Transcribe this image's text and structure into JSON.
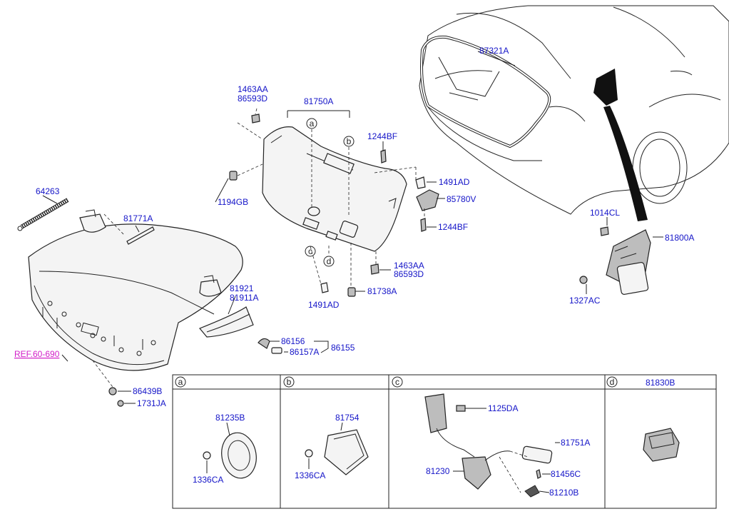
{
  "labels": {
    "p87321A": "87321A",
    "p1463AA_top": "1463AA",
    "p86593D_top": "86593D",
    "p81750A": "81750A",
    "pa": "a",
    "pb": "b",
    "p1244BF_top": "1244BF",
    "p1491AD_right": "1491AD",
    "p85780V": "85780V",
    "p1244BF_low": "1244BF",
    "p1194GB": "1194GB",
    "p64263": "64263",
    "p81771A": "81771A",
    "p1014CL": "1014CL",
    "p81800A": "81800A",
    "p1327AC": "1327AC",
    "pc": "c",
    "pd": "d",
    "p1463AA_low": "1463AA",
    "p86593D_low": "86593D",
    "p1491AD_low": "1491AD",
    "p81738A": "81738A",
    "p81921": "81921",
    "p81911A": "81911A",
    "p86156": "86156",
    "p86157A": "86157A",
    "p86155": "86155",
    "ref": "REF.60-690",
    "p86439B": "86439B",
    "p1731JA": "1731JA"
  },
  "panels": {
    "a": {
      "letter": "a",
      "part": "81235B",
      "sub": "1336CA"
    },
    "b": {
      "letter": "b",
      "part": "81754",
      "sub": "1336CA"
    },
    "c": {
      "letter": "c",
      "p1": "1125DA",
      "p2": "81230",
      "p3": "81751A",
      "p4": "81456C",
      "p5": "81210B"
    },
    "d": {
      "letter": "d",
      "title": "81830B"
    }
  },
  "colors": {
    "label": "#1414c8",
    "ref": "#d21ec8",
    "line": "#222222"
  }
}
